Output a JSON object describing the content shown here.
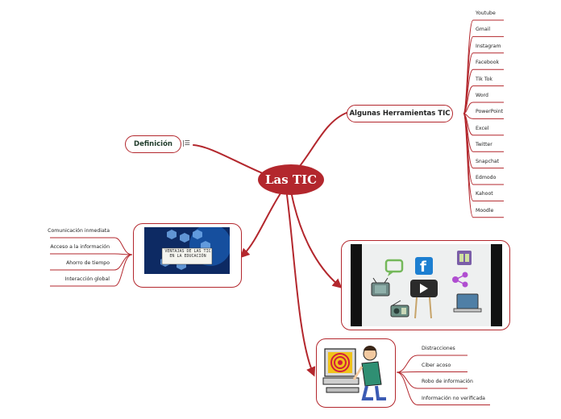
{
  "colors": {
    "accent": "#b3272d",
    "text": "#222222"
  },
  "central": {
    "label": "Las TIC"
  },
  "definicion": {
    "label": "Definición",
    "icon": "notes-list-icon"
  },
  "herramientas": {
    "label": "Algunas Herramientas TIC",
    "items": [
      "Youtube",
      "Gmail",
      "Instagram",
      "Facebook",
      "Tik Tok",
      "Word",
      "PowerPoint",
      "Excel",
      "Twitter",
      "Snapchat",
      "Edmodo",
      "Kahoot",
      "Moodle"
    ]
  },
  "ventajas": {
    "image_caption": "VENTAJAS DE LAS TIC EN LA EDUCACIÓN",
    "items": [
      "Comunicación inmediata",
      "Acceso a la información",
      "Ahorro de tiempo",
      "Interacción global"
    ]
  },
  "desventajas": {
    "items": [
      "Distracciones",
      "Ciber acoso",
      "Robo de información",
      "Información no verificada"
    ]
  },
  "video": {
    "icons": [
      "chat-bubble-icon",
      "facebook-icon",
      "calendar-icon",
      "share-icon",
      "tv-icon",
      "play-button-icon",
      "laptop-icon",
      "radio-icon"
    ],
    "facebook_glyph": "f"
  }
}
